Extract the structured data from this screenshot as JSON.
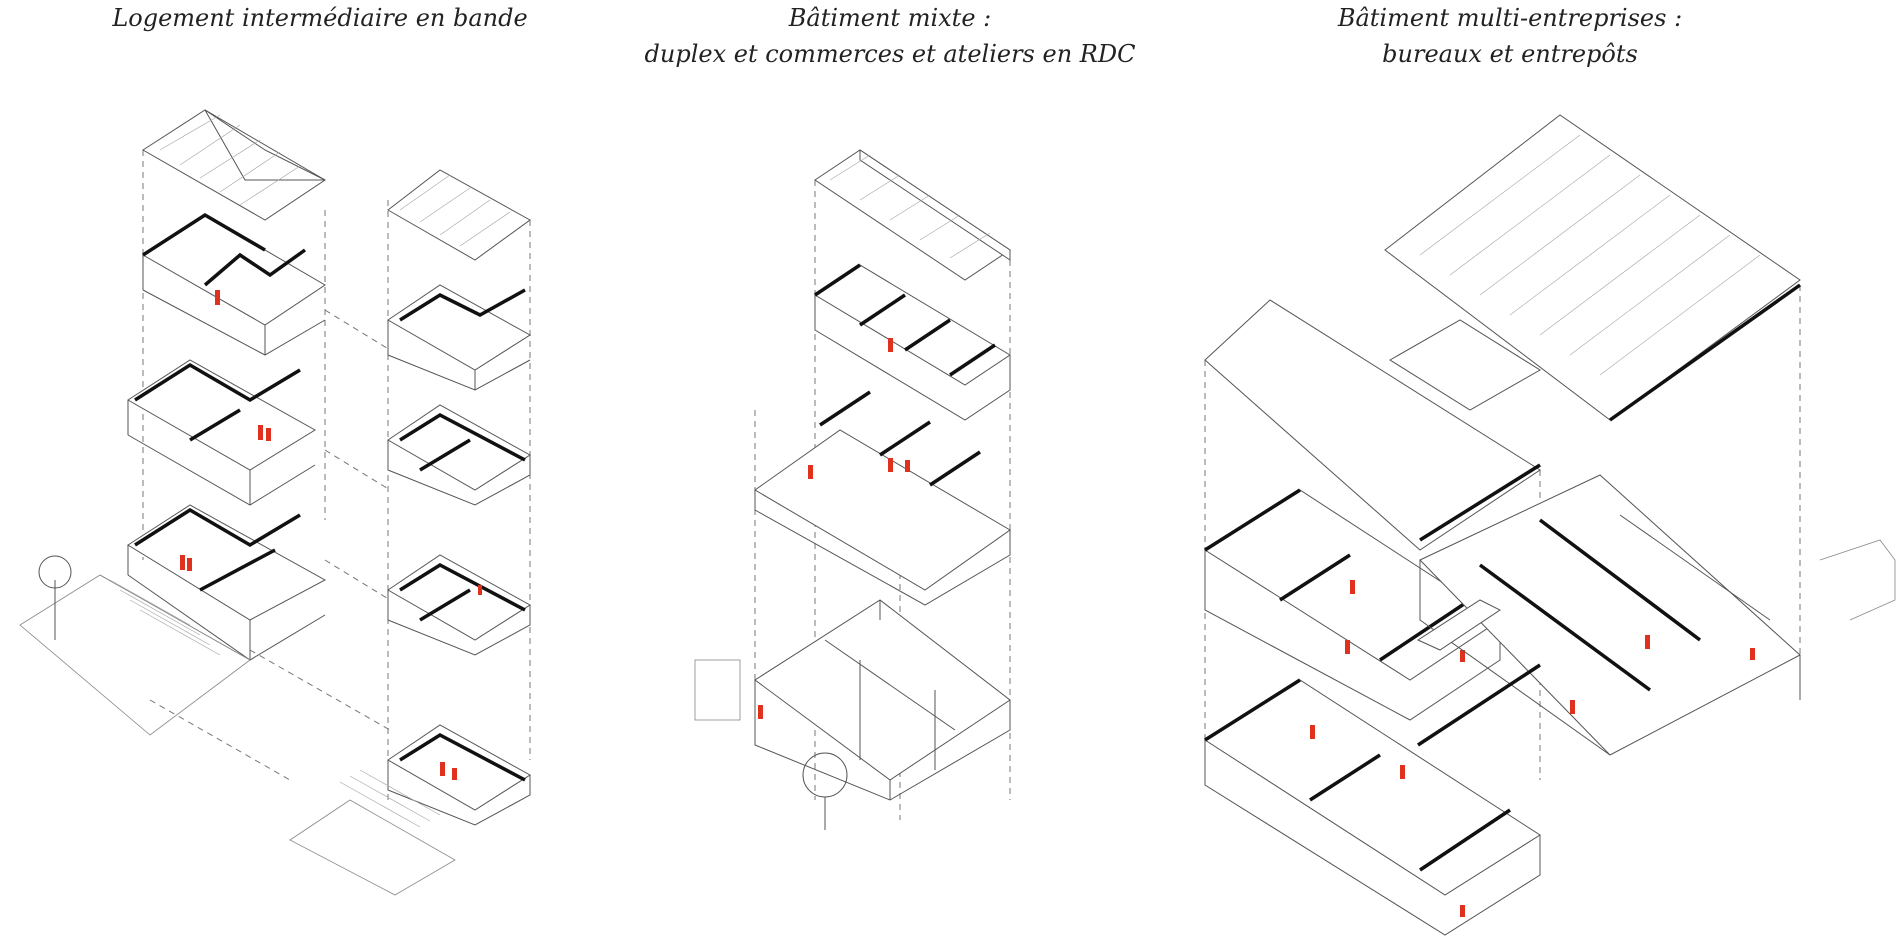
{
  "titles": {
    "col1": [
      "Logement intermédiaire en bande"
    ],
    "col2": [
      "Bâtiment mixte :",
      "duplex et commerces et ateliers en RDC"
    ],
    "col3": [
      "Bâtiment multi-entreprises :",
      "bureaux et entrepôts"
    ]
  },
  "colors": {
    "line": "#555555",
    "wall": "#111111",
    "figure": "#e0301e",
    "background": "#ffffff"
  }
}
